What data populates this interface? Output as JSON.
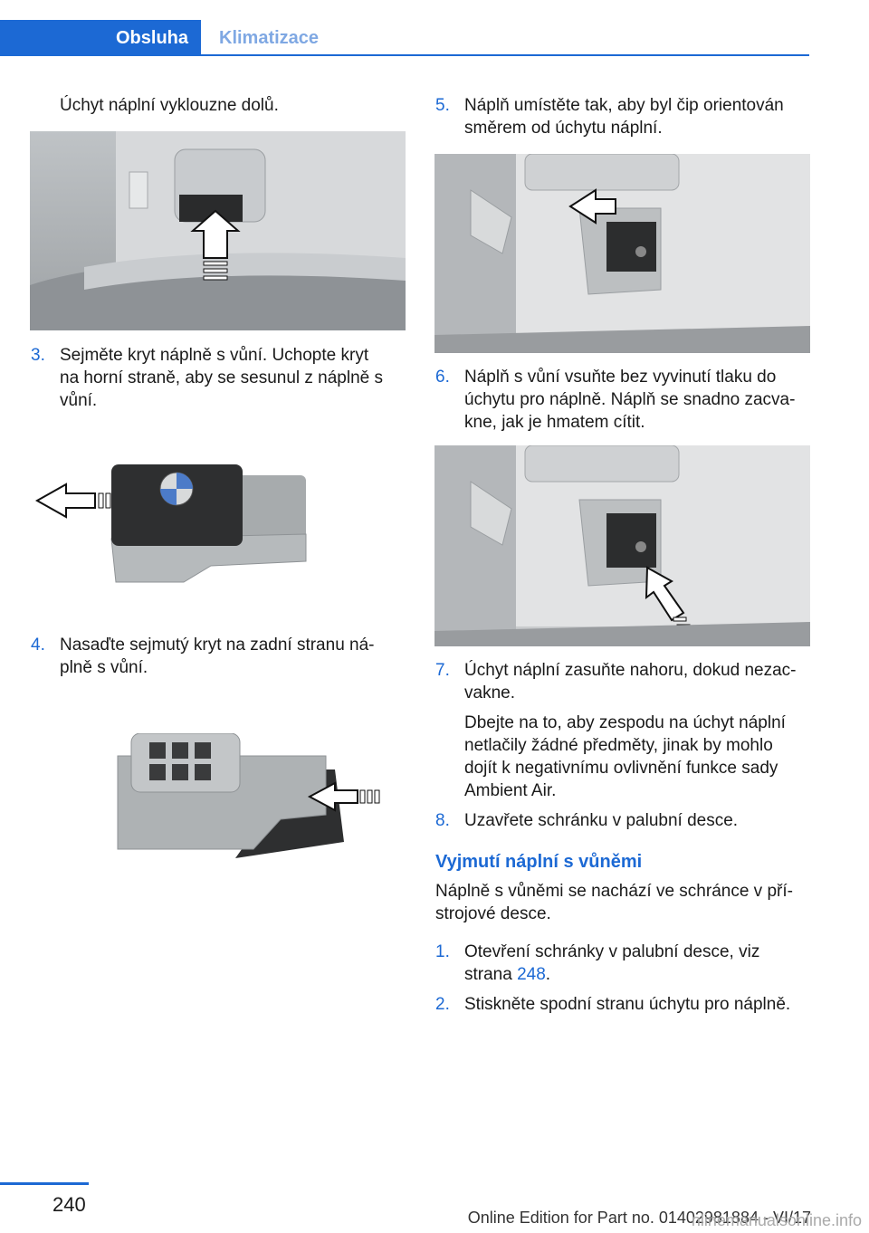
{
  "header": {
    "tab_active": "Obsluha",
    "tab_inactive": "Klimatizace"
  },
  "left": {
    "intro": "Úchyt náplní vyklouzne dolů.",
    "step3": {
      "num": "3.",
      "line1": "Sejměte kryt náplně s vůní. Uchopte kryt",
      "line2": "na horní straně, aby se sesunul z náplně s",
      "line3": "vůní."
    },
    "step4": {
      "num": "4.",
      "line1": "Nasaďte sejmutý kryt na zadní stranu ná‐",
      "line2": "plně s vůní."
    }
  },
  "right": {
    "step5": {
      "num": "5.",
      "line1": "Náplň umístěte tak, aby byl čip orientován",
      "line2": "směrem od úchytu náplní."
    },
    "step6": {
      "num": "6.",
      "line1": "Náplň s vůní vsuňte bez vyvinutí tlaku do",
      "line2": "úchytu pro náplně. Náplň se snadno zacva‐",
      "line3": "kne, jak je hmatem cítit."
    },
    "step7": {
      "num": "7.",
      "line1": "Úchyt náplní zasuňte nahoru, dokud nezac‐",
      "line2": "vakne."
    },
    "note": {
      "line1": "Dbejte na to, aby zespodu na úchyt náplní",
      "line2": "netlačily žádné předměty, jinak by mohlo",
      "line3": "dojít k negativnímu ovlivnění funkce sady",
      "line4": "Ambient Air."
    },
    "step8": {
      "num": "8.",
      "line1": "Uzavřete schránku v palubní desce."
    },
    "heading": "Vyjmutí náplní s vůněmi",
    "para": {
      "line1": "Náplně s vůněmi se nachází ve schránce v pří‐",
      "line2": "strojové desce."
    },
    "sub1": {
      "num": "1.",
      "line1": "Otevření schránky v palubní desce, viz",
      "line2_pre": "strana ",
      "line2_link": "248",
      "line2_post": "."
    },
    "sub2": {
      "num": "2.",
      "line1": "Stiskněte spodní stranu úchytu pro náplně."
    }
  },
  "footer": {
    "page": "240",
    "edition": "Online Edition for Part no. 01402981884 - VI/17",
    "watermark": "nlinemanualsonline.info"
  }
}
